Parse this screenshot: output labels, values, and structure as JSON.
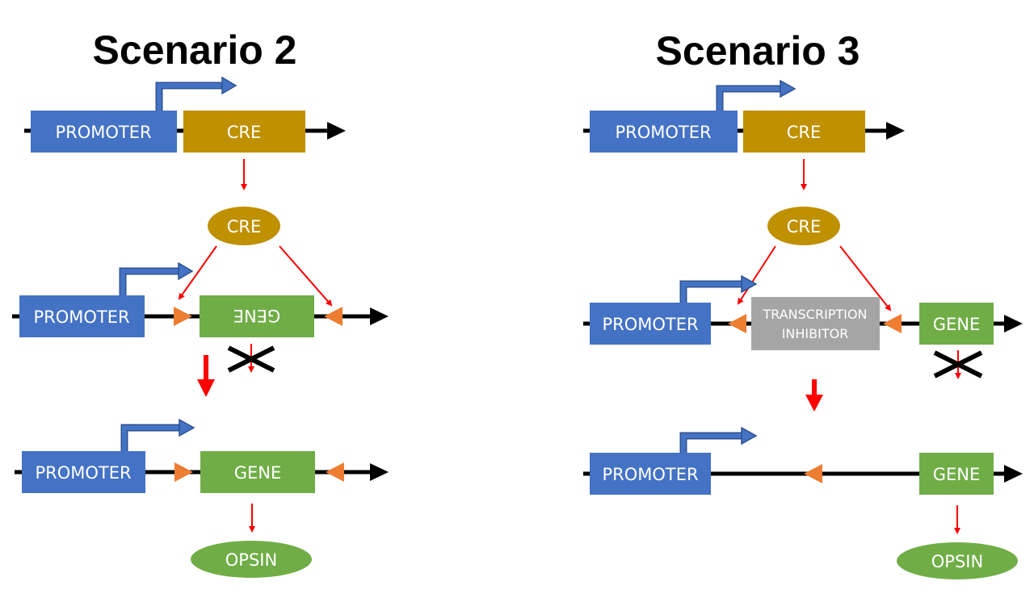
{
  "colors": {
    "promoter": "#4472c4",
    "cre": "#bf9000",
    "gene": "#70ad47",
    "inhibitor": "#a5a5a5",
    "loxp": "#ed7d31",
    "arrow": "#ff0000",
    "dna": "#000000"
  },
  "scenario2": {
    "title": "Scenario 2",
    "row1": {
      "promoter": "PROMOTER",
      "cre": "CRE"
    },
    "cre_protein": "CRE",
    "row2": {
      "promoter": "PROMOTER",
      "gene_inverted": "GENE"
    },
    "row3": {
      "promoter": "PROMOTER",
      "gene": "GENE"
    },
    "product": "OPSIN"
  },
  "scenario3": {
    "title": "Scenario 3",
    "row1": {
      "promoter": "PROMOTER",
      "cre": "CRE"
    },
    "cre_protein": "CRE",
    "row2": {
      "promoter": "PROMOTER",
      "inhibitor_line1": "TRANSCRIPTION",
      "inhibitor_line2": "INHIBITOR",
      "gene": "GENE"
    },
    "row3": {
      "promoter": "PROMOTER",
      "gene": "GENE"
    },
    "product": "OPSIN"
  }
}
